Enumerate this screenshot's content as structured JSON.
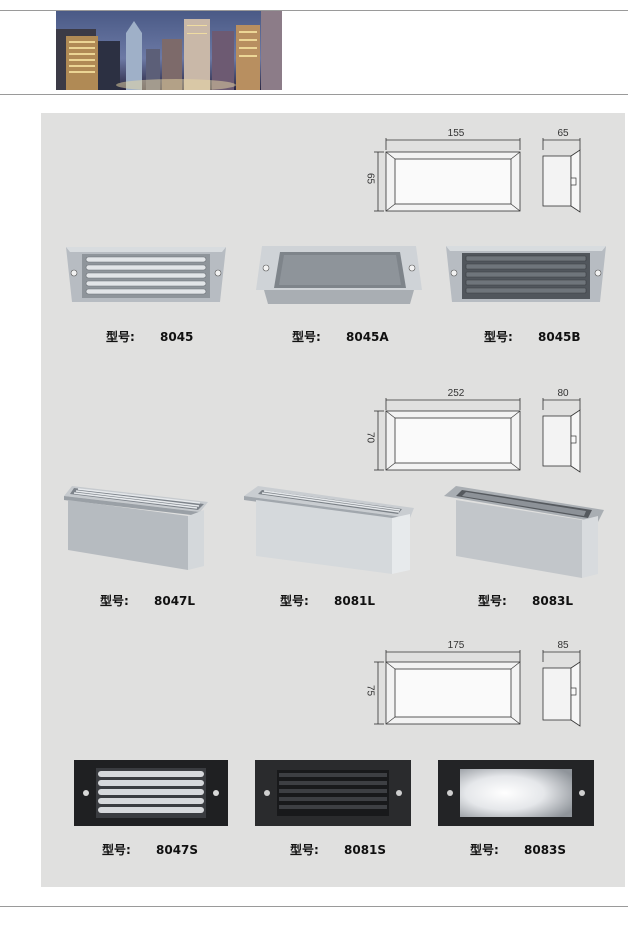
{
  "labels": {
    "model_key": "型号:"
  },
  "row1": {
    "dims": {
      "width": "155",
      "height": "65",
      "depth": "65"
    },
    "products": [
      {
        "model": "8045"
      },
      {
        "model": "8045A"
      },
      {
        "model": "8045B"
      }
    ]
  },
  "row2": {
    "dims": {
      "width": "252",
      "height": "70",
      "depth": "80"
    },
    "products": [
      {
        "model": "8047L"
      },
      {
        "model": "8081L"
      },
      {
        "model": "8083L"
      }
    ]
  },
  "row3": {
    "dims": {
      "width": "175",
      "height": "75",
      "depth": "85"
    },
    "products": [
      {
        "model": "8047S"
      },
      {
        "model": "8081S"
      },
      {
        "model": "8083S"
      }
    ]
  },
  "colors": {
    "panel": "#e0e0df",
    "rule": "#9a9a9a",
    "metal_light": "#c9cdd0",
    "metal_dark": "#2e2f31"
  }
}
